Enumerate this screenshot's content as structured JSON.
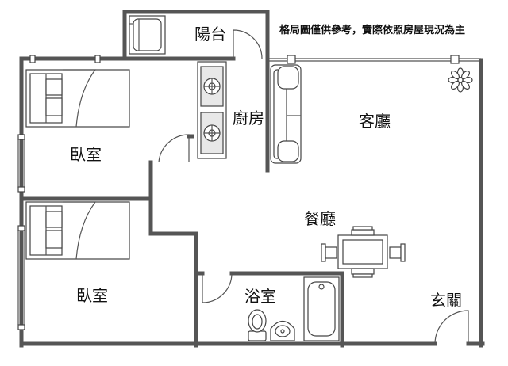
{
  "note": "格局圖僅供參考，實際依照房屋現況為主",
  "rooms": {
    "balcony": "陽台",
    "kitchen": "廚房",
    "living_room": "客廳",
    "bedroom_1": "臥室",
    "bedroom_2": "臥室",
    "dining_room": "餐廳",
    "bathroom": "浴室",
    "entrance": "玄關"
  }
}
